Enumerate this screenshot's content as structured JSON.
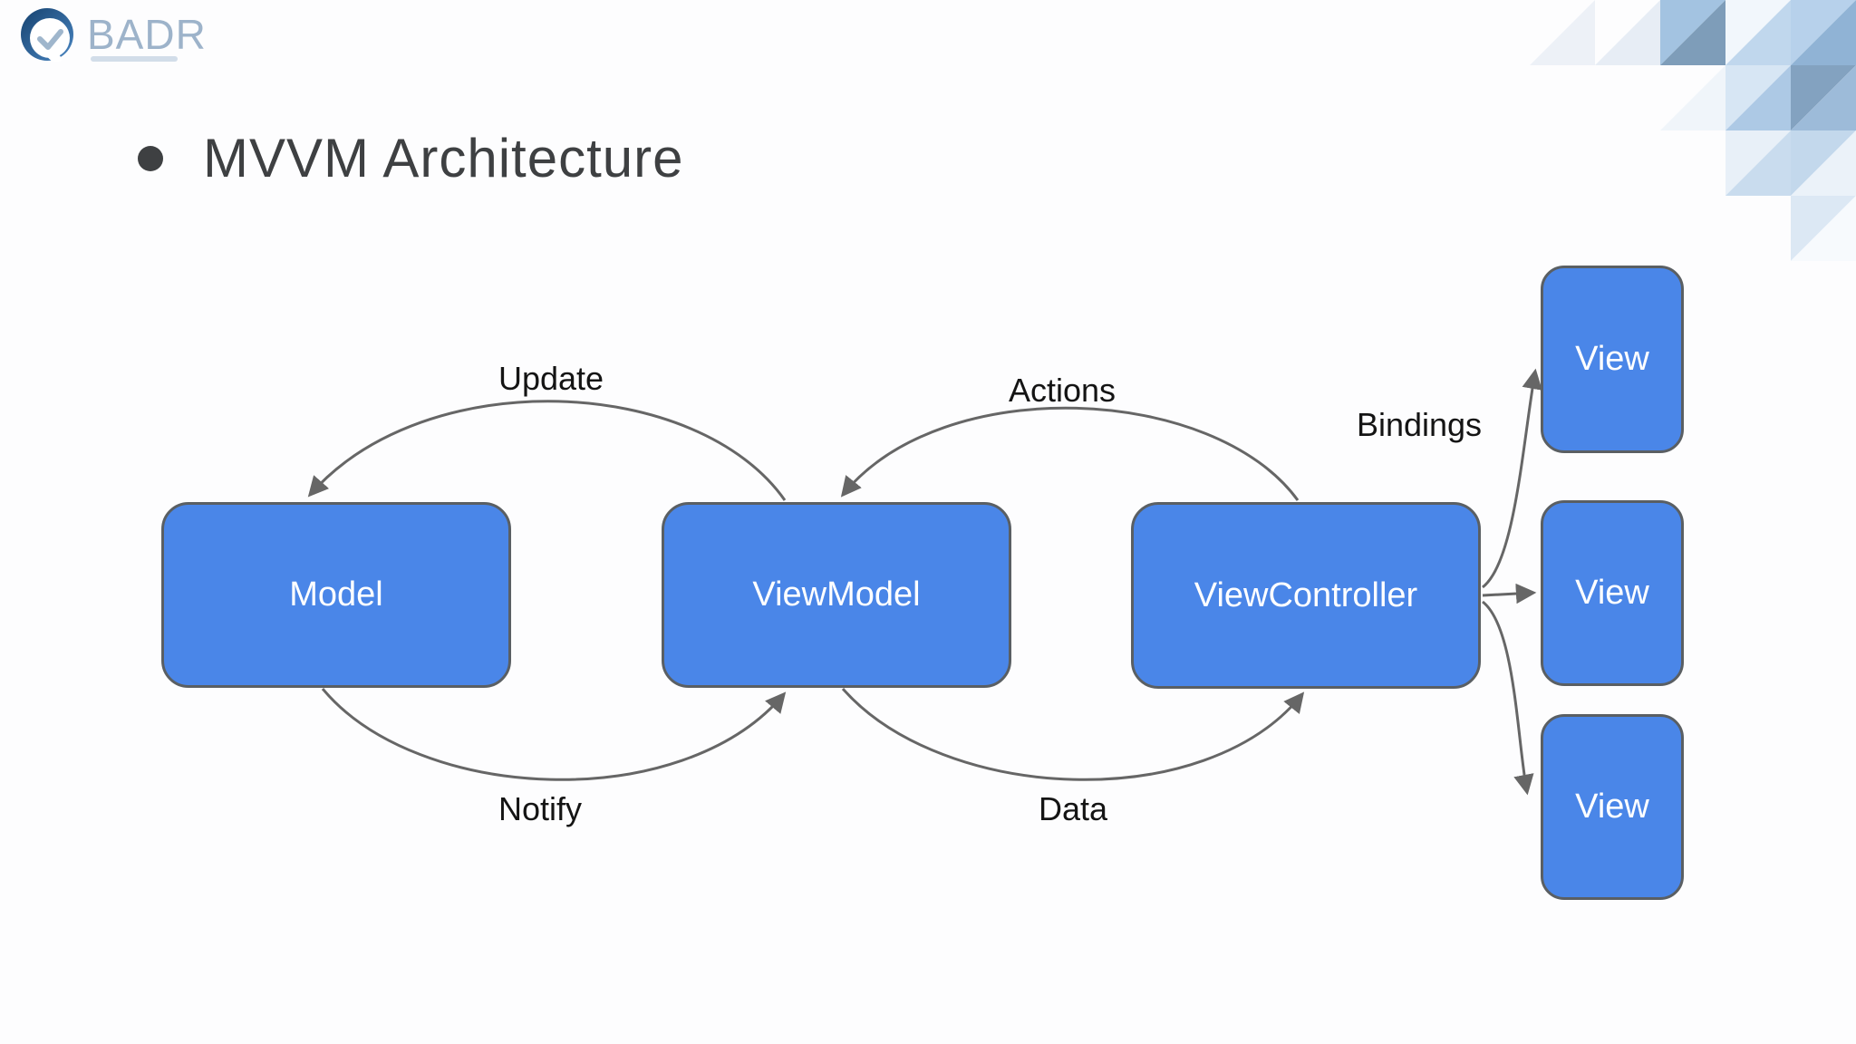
{
  "logo": {
    "brand": "BADR"
  },
  "slide": {
    "title": "MVVM Architecture"
  },
  "diagram": {
    "nodes": [
      {
        "id": "model",
        "label": "Model"
      },
      {
        "id": "viewmodel",
        "label": "ViewModel"
      },
      {
        "id": "viewcontroller",
        "label": "ViewController"
      },
      {
        "id": "view-top",
        "label": "View"
      },
      {
        "id": "view-middle",
        "label": "View"
      },
      {
        "id": "view-bottom",
        "label": "View"
      }
    ],
    "edges": [
      {
        "label": "Update",
        "from": "ViewModel",
        "to": "Model"
      },
      {
        "label": "Notify",
        "from": "Model",
        "to": "ViewModel"
      },
      {
        "label": "Actions",
        "from": "ViewController",
        "to": "ViewModel"
      },
      {
        "label": "Data",
        "from": "ViewModel",
        "to": "ViewController"
      },
      {
        "label": "Bindings",
        "from": "ViewController",
        "to": "View"
      }
    ],
    "colors": {
      "node_fill": "#4a86e8",
      "node_border": "#5a5f63",
      "node_text": "#ffffff",
      "arrow": "#666666",
      "label_text": "#141414"
    }
  }
}
